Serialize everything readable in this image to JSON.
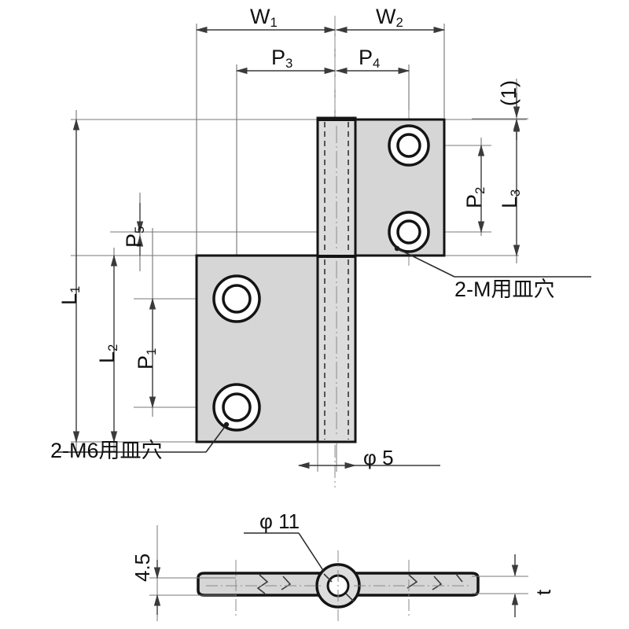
{
  "drawing": {
    "title": "Hinge technical drawing",
    "type": "engineering-dimension-drawing",
    "colors": {
      "outline": "#1a1a1a",
      "fill": "#d4d4d4",
      "dimension_line": "#555555",
      "center_line": "#777777",
      "text": "#111111",
      "background": "#ffffff"
    }
  },
  "front_view": {
    "horizontal_dimensions": [
      {
        "label": "W",
        "sub": "1",
        "name": "width-1"
      },
      {
        "label": "W",
        "sub": "2",
        "name": "width-2"
      },
      {
        "label": "P",
        "sub": "3",
        "name": "pitch-3"
      },
      {
        "label": "P",
        "sub": "4",
        "name": "pitch-4"
      }
    ],
    "vertical_dimensions": [
      {
        "label": "L",
        "sub": "1",
        "name": "length-1"
      },
      {
        "label": "L",
        "sub": "2",
        "name": "length-2"
      },
      {
        "label": "L",
        "sub": "3",
        "name": "length-3"
      },
      {
        "label": "P",
        "sub": "1",
        "name": "pitch-1"
      },
      {
        "label": "P",
        "sub": "2",
        "name": "pitch-2"
      },
      {
        "label": "P",
        "sub": "5",
        "name": "pitch-5"
      }
    ],
    "gap_note": "(1)",
    "callouts": [
      {
        "text": "2-M用皿穴",
        "name": "countersink-note-upper"
      },
      {
        "text": "2-M6用皿穴",
        "name": "countersink-note-lower"
      }
    ],
    "pin_diameter": "φ 5"
  },
  "side_view": {
    "knuckle_diameter": "φ 11",
    "knuckle_offset": "4.5",
    "thickness": "t"
  }
}
